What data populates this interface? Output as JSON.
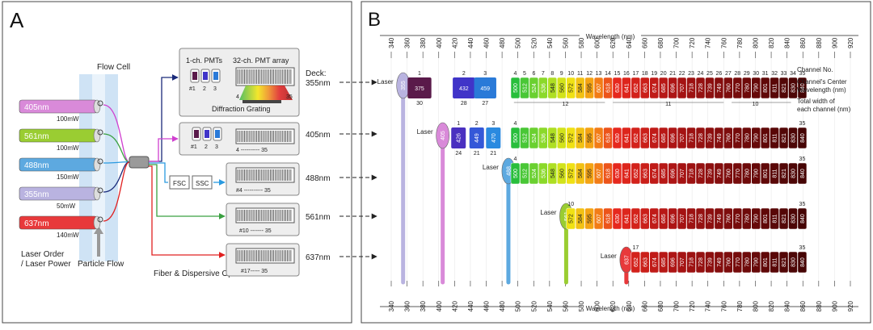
{
  "panelA": {
    "letter": "A",
    "flow_cell_title": "Flow Cell",
    "lasers": [
      {
        "name": "405nm",
        "power": "100mW",
        "color": "#d98ad9"
      },
      {
        "name": "561nm",
        "power": "100mW",
        "color": "#9acd32"
      },
      {
        "name": "488nm",
        "power": "150mW",
        "color": "#5da9e0"
      },
      {
        "name": "355nm",
        "power": "50mW",
        "color": "#b9b3e0"
      },
      {
        "name": "637nm",
        "power": "140mW",
        "color": "#e8393b"
      }
    ],
    "laser_order_label": "Laser Order",
    "laser_power_label": "/ Laser Power",
    "particle_flow_label": "Particle Flow",
    "fiber_label": "Fiber & Dispersive Optics",
    "pmt1_label": "1-ch. PMTs",
    "pmt32_label": "32-ch. PMT array",
    "grating_label": "Diffraction Grating",
    "pmt_nums": [
      "#1",
      "2",
      "3"
    ],
    "array_range_start": "4",
    "array_range_end": "35",
    "fsc_label": "FSC",
    "ssc_label": "SSC",
    "deck_label": "Deck:",
    "decks": [
      {
        "laser": "355nm",
        "range": "4 ---------- 35"
      },
      {
        "laser": "405nm",
        "range": "4 ---------- 35"
      },
      {
        "laser": "488nm",
        "range": "#4 ---------- 35"
      },
      {
        "laser": "561nm",
        "range": "#10 ------- 35"
      },
      {
        "laser": "637nm",
        "range": "#17----- 35"
      }
    ]
  },
  "panelB": {
    "letter": "B",
    "axis_title": "Wavelength (nm)",
    "ticks": [
      340,
      360,
      380,
      400,
      420,
      440,
      460,
      480,
      500,
      520,
      540,
      560,
      580,
      600,
      620,
      640,
      660,
      680,
      700,
      720,
      740,
      760,
      780,
      800,
      820,
      840,
      860,
      880,
      900,
      920
    ],
    "laser_label": "Laser",
    "legend_channel": "Channel No.",
    "legend_center": "Channel's Center",
    "legend_center2": "Wavelength (nm)",
    "legend_width": "Total width of",
    "legend_width2": "each channel (nm)",
    "lasers": [
      {
        "wavelength": 355,
        "label": "355",
        "color": "#b9b3e0"
      },
      {
        "wavelength": 405,
        "label": "405",
        "color": "#d98ad9"
      },
      {
        "wavelength": 488,
        "label": "488",
        "color": "#5da9e0"
      },
      {
        "wavelength": 561,
        "label": "561",
        "color": "#9acd32"
      },
      {
        "wavelength": 637,
        "label": "637",
        "color": "#e8393b"
      }
    ],
    "pmt_channels": [
      {
        "no": "1",
        "center": 375,
        "color": "#5a1a4a"
      },
      {
        "no": "2",
        "center": 432,
        "color": "#4034c8"
      },
      {
        "no": "3",
        "center": 459,
        "color": "#2a7ad8"
      }
    ],
    "pmt_channels_405": [
      {
        "no": "1",
        "center": 426,
        "color": "#4a30c0"
      },
      {
        "no": "2",
        "center": 449,
        "color": "#3558d8"
      },
      {
        "no": "3",
        "center": 470,
        "color": "#2a8ae0"
      }
    ],
    "pmt_widths_355": [
      "30",
      "28",
      "27"
    ],
    "pmt_widths_405": [
      "24",
      "21",
      "21"
    ],
    "array_centers": [
      500,
      512,
      524,
      536,
      548,
      560,
      572,
      584,
      595,
      607,
      618,
      630,
      641,
      652,
      663,
      674,
      685,
      696,
      707,
      718,
      728,
      739,
      749,
      760,
      770,
      780,
      790,
      801,
      811,
      821,
      830,
      840
    ],
    "array_widths": [
      {
        "label": "12",
        "at": 560
      },
      {
        "label": "11",
        "at": 690
      },
      {
        "label": "10",
        "at": 800
      }
    ],
    "rows": [
      {
        "deck": "355",
        "first": "4",
        "last": "35"
      },
      {
        "deck": "405",
        "first": "4",
        "last": "35"
      },
      {
        "deck": "488",
        "first": "4",
        "last": "35"
      },
      {
        "deck": "561",
        "first": "10",
        "last": "35"
      },
      {
        "deck": "637",
        "first": "17",
        "last": "35"
      }
    ]
  }
}
